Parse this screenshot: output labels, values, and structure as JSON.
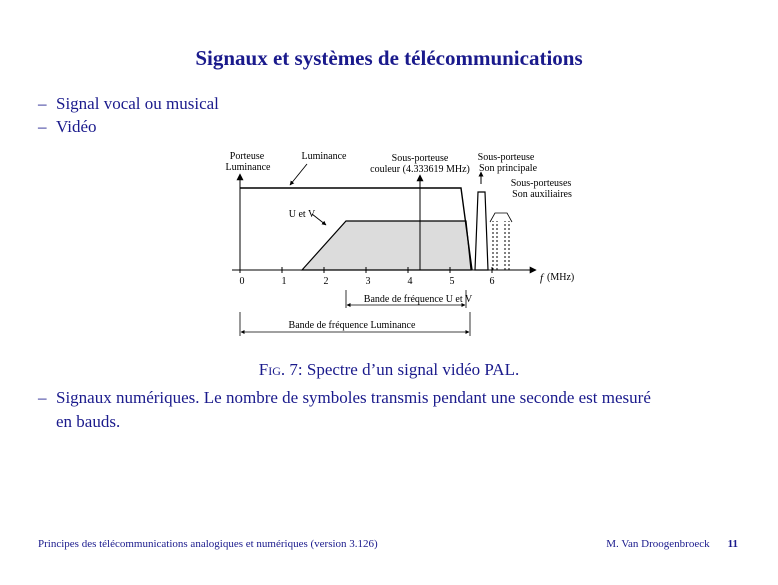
{
  "title": "Signaux et systèmes de télécommunications",
  "bullets": {
    "dash": "–",
    "item1": "Signal vocal ou musical",
    "item2": "Vidéo",
    "item3_line1": "Signaux numériques. Le nombre de symboles transmis pendant une seconde est mesuré",
    "item3_line2": "en bauds."
  },
  "caption": {
    "prefix": "Fig. 7",
    "text": ": Spectre d’un signal vidéo PAL."
  },
  "figure": {
    "label_porteuse_l1": "Porteuse",
    "label_porteuse_l2": "Luminance",
    "label_luminance": "Luminance",
    "label_sous_porteuse_couleur_l1": "Sous-porteuse",
    "label_sous_porteuse_couleur_l2": "couleur (4.333619 MHz)",
    "label_son_principale_l1": "Sous-porteuse",
    "label_son_principale_l2": "Son principale",
    "label_sons_aux_l1": "Sous-porteuses",
    "label_sons_aux_l2": "Son auxiliaires",
    "label_uv": "U et V",
    "axis_label_f": "f",
    "axis_label_unit": "(MHz)",
    "ticks": [
      "0",
      "1",
      "2",
      "3",
      "4",
      "5",
      "6"
    ],
    "band_uv": "Bande de fréquence U et V",
    "band_luminance": "Bande de fréquence Luminance"
  },
  "footer": {
    "left": "Principes des télécommunications analogiques et numériques (version 3.126)",
    "author": "M. Van Droogenbroeck",
    "page": "11"
  }
}
